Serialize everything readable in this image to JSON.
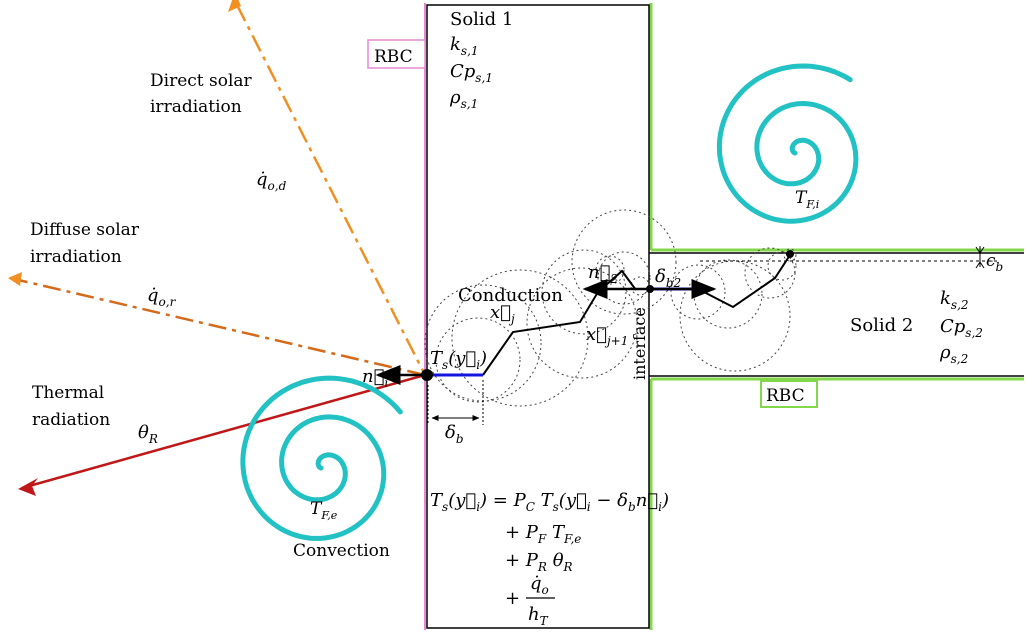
{
  "solid1": {
    "title": "Solid 1",
    "k": "k",
    "k_sub": "s,1",
    "cp": "Cp",
    "cp_sub": "s,1",
    "rho": "ρ",
    "rho_sub": "s,1"
  },
  "solid2": {
    "title": "Solid 2",
    "k": "k",
    "k_sub": "s,2",
    "cp": "Cp",
    "cp_sub": "s,2",
    "rho": "ρ",
    "rho_sub": "s,2"
  },
  "rbc_left": "RBC",
  "rbc_bottom": "RBC",
  "direct_solar": {
    "line1": "Direct solar",
    "line2": "irradiation",
    "q": "q̇",
    "q_sub": "o,d"
  },
  "diffuse_solar": {
    "line1": "Diffuse solar",
    "line2": "irradiation",
    "q": "q̇",
    "q_sub": "o,r"
  },
  "thermal": {
    "line1": "Thermal",
    "line2": "radiation",
    "theta": "θ",
    "theta_sub": "R"
  },
  "convection": {
    "label": "Convection",
    "T": "T",
    "T_sub": "F,e"
  },
  "convection_inner": {
    "T": "T",
    "T_sub": "F,i"
  },
  "conduction": "Conduction",
  "interface": "interface",
  "symbols": {
    "Ts": "T",
    "Ts_sub": "s",
    "Ts_arg": "(y⃗",
    "yi_sub": "i",
    "ni": "n⃗",
    "ni_sub": "i",
    "xj": "x⃗",
    "xj_sub": "j",
    "xj1": "x⃗",
    "xj1_sub": "j+1",
    "n2": "n⃗",
    "n2_sub": "2",
    "db": "δ",
    "db_sub": "b",
    "db2": "δ",
    "db2_sub": "b2",
    "eb": "ϵ",
    "eb_sub": "b"
  },
  "equation": {
    "lhs": "T",
    "lhs_sub": "s",
    "row1": "(y⃗",
    "eq": ") = P",
    "pc_sub": "C",
    "t2": " T",
    "t2_sub": "s",
    "t2_arg": "(y⃗",
    "minus": " − δ",
    "b_sub": "b",
    "n": "n⃗",
    "close": ")",
    "pf": "+ P",
    "pf_sub": "F",
    "tfe": " T",
    "tfe_sub": "F,e",
    "pr": "+ P",
    "pr_sub": "R",
    "thr": " θ",
    "thr_sub": "R",
    "plus": "+",
    "num": "q̇",
    "num_sub": "o",
    "den": "h",
    "den_sub": "T"
  },
  "colors": {
    "orange": "#f09022",
    "brown": "#d46a1a",
    "red": "#c01818",
    "cyan": "#22c1c3",
    "green": "#82d84a",
    "pink": "#e58ad4",
    "blue": "#1414e0"
  }
}
